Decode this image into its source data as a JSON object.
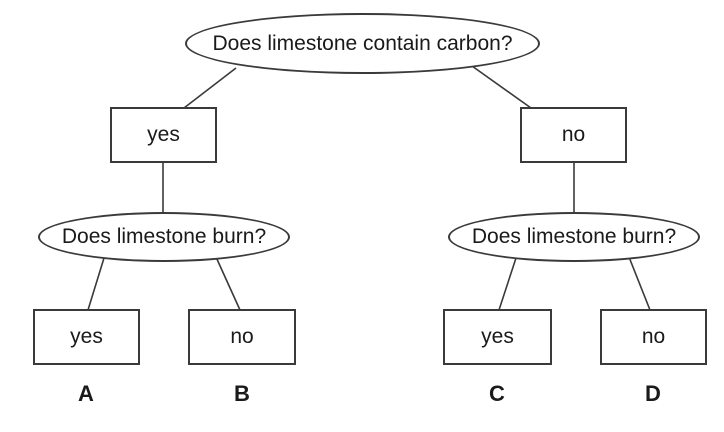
{
  "diagram": {
    "root": {
      "question": "Does limestone contain carbon?"
    },
    "level1": [
      {
        "label": "yes"
      },
      {
        "label": "no"
      }
    ],
    "level2": [
      {
        "question": "Does limestone burn?"
      },
      {
        "question": "Does limestone burn?"
      }
    ],
    "leaves": [
      {
        "label": "yes",
        "letter": "A"
      },
      {
        "label": "no",
        "letter": "B"
      },
      {
        "label": "yes",
        "letter": "C"
      },
      {
        "label": "no",
        "letter": "D"
      }
    ],
    "colors": {
      "stroke": "#3a3a3a",
      "text": "#1a1a1a",
      "background": "#ffffff"
    }
  }
}
